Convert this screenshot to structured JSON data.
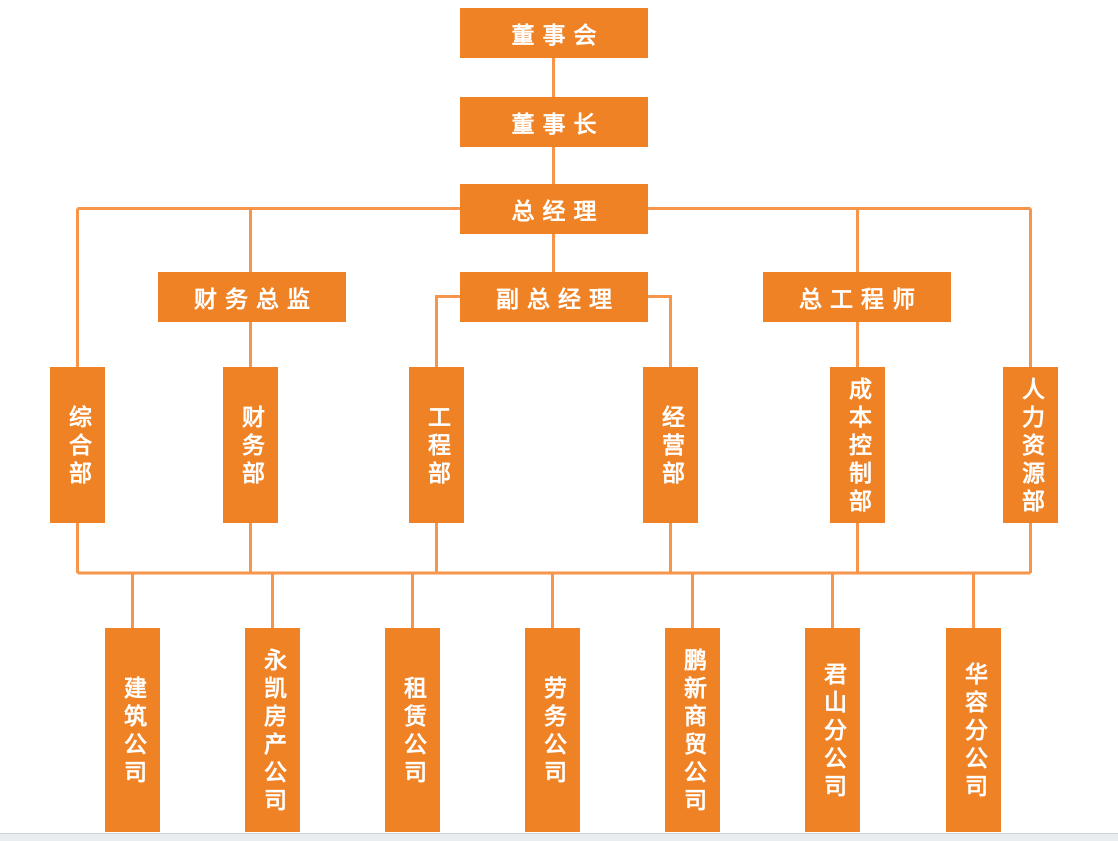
{
  "diagram_type": "org-chart",
  "colors": {
    "node_fill": "#F08226",
    "connector": "#F7964A",
    "text": "#FFFFFF",
    "footer_bar": "#EAEDEF"
  },
  "nodes": {
    "board": "董事会",
    "chairman": "董事长",
    "general_manager": "总经理",
    "finance_director": "财务总监",
    "deputy_general_manager": "副总经理",
    "chief_engineer": "总工程师"
  },
  "departments": [
    {
      "label": "综合部"
    },
    {
      "label": "财务部"
    },
    {
      "label": "工程部"
    },
    {
      "label": "经营部"
    },
    {
      "label": "成本控制部"
    },
    {
      "label": "人力资源部"
    }
  ],
  "companies": [
    {
      "label": "建筑公司"
    },
    {
      "label": "永凯房产公司"
    },
    {
      "label": "租赁公司"
    },
    {
      "label": "劳务公司"
    },
    {
      "label": "鹏新商贸公司"
    },
    {
      "label": "君山分公司"
    },
    {
      "label": "华容分公司"
    }
  ],
  "hierarchy": {
    "top_chain": [
      "董事会",
      "董事长",
      "总经理"
    ],
    "middle_managers": [
      "财务总监",
      "副总经理",
      "总工程师"
    ],
    "departments_row": [
      "综合部",
      "财务部",
      "工程部",
      "经营部",
      "成本控制部",
      "人力资源部"
    ],
    "companies_row": [
      "建筑公司",
      "永凯房产公司",
      "租赁公司",
      "劳务公司",
      "鹏新商贸公司",
      "君山分公司",
      "华容分公司"
    ]
  }
}
